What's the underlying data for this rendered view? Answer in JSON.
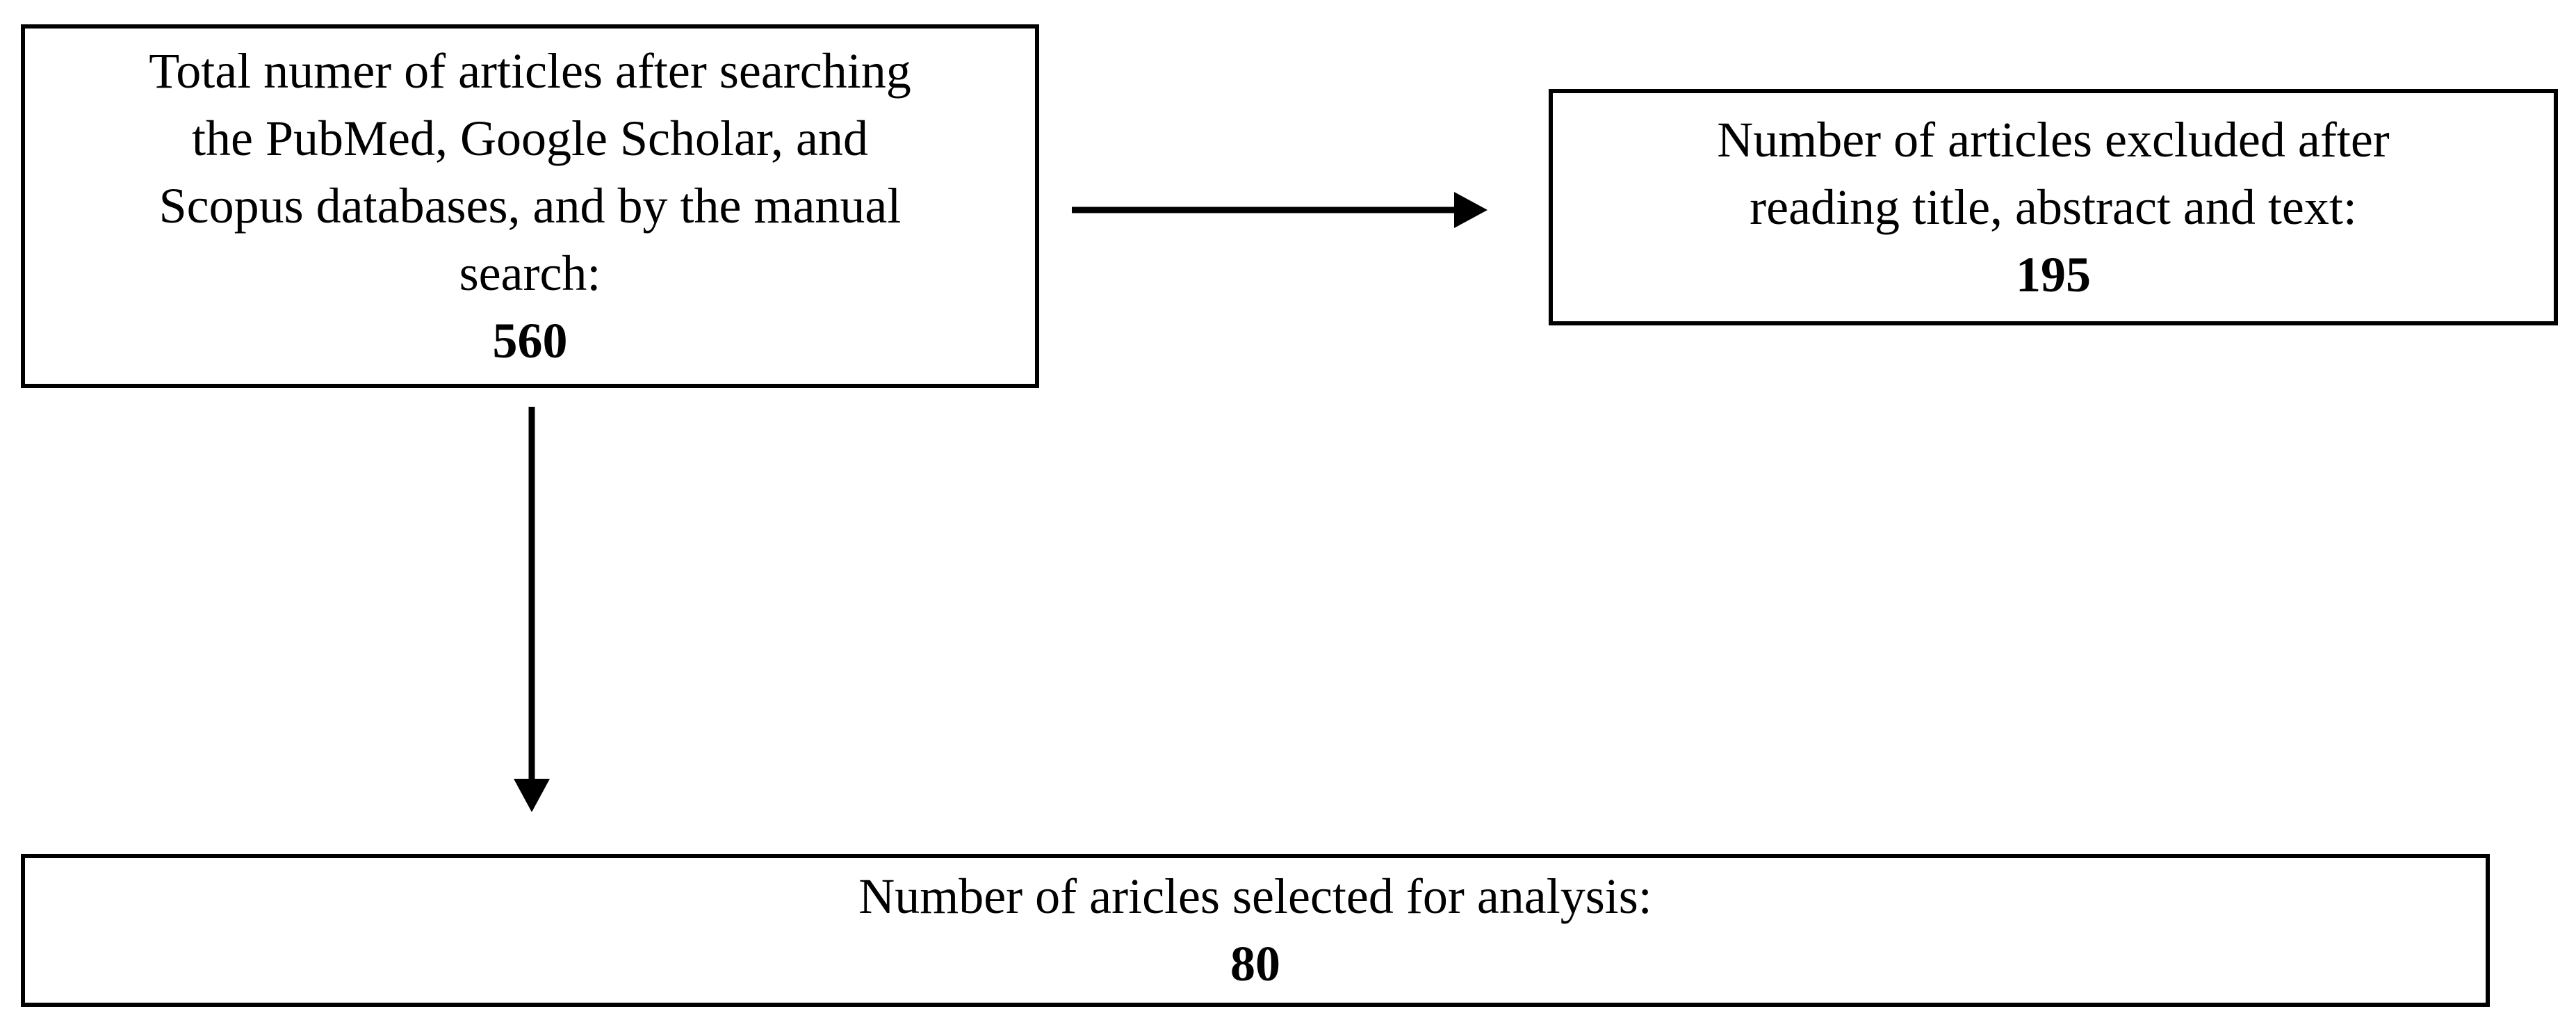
{
  "figure": {
    "background_color": "#ffffff",
    "line_color": "#000000",
    "boxes": {
      "total": {
        "lines": [
          "Total numer of articles after searching",
          "the PubMed, Google Scholar, and",
          "Scopus databases, and by the manual",
          "search:"
        ],
        "value": "560"
      },
      "excluded": {
        "lines": [
          "Number of articles excluded after",
          "reading title, abstract and text:"
        ],
        "value": "195"
      },
      "selected": {
        "lines": [
          "Number of aricles selected for analysis:"
        ],
        "value": "80"
      }
    }
  }
}
